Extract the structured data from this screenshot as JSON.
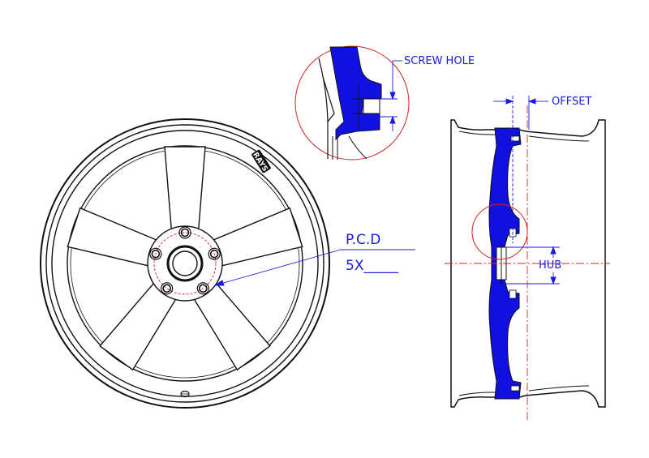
{
  "labels": {
    "screw_hole": "SCREW HOLE",
    "offset": "OFFSET",
    "pcd": "P.C.D",
    "bolt_pattern": "5X_____",
    "hub": "HUB"
  },
  "logo_text": "RAYS",
  "colors": {
    "outline": "#111111",
    "blue_fill": "#1010e0",
    "dimension": "#1a1adc",
    "center_line": "#d42020"
  }
}
